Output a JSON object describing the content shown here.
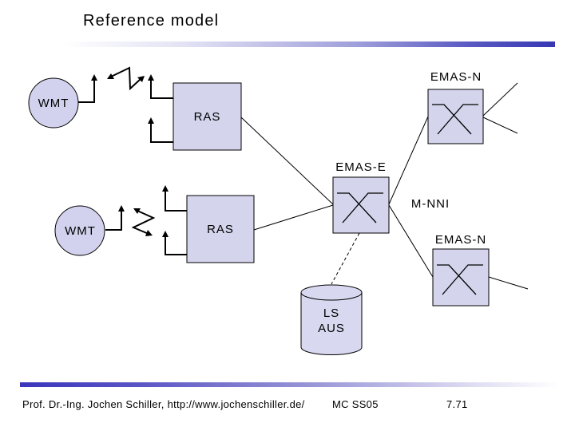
{
  "slide": {
    "title": "Reference model",
    "footer": {
      "author": "Prof. Dr.-Ing. Jochen Schiller, http://www.jochenschiller.de/",
      "course": "MC SS05",
      "page": "7.71"
    }
  },
  "colors": {
    "shape_fill": "#d4d4ec",
    "cylinder_fill": "#d8d8f0",
    "accent_blue": "#3737b4",
    "line": "#000000"
  },
  "diagram": {
    "wmt_top": "WMT",
    "ras_top": "RAS",
    "emas_n_top": "EMAS-N",
    "emas_e": "EMAS-E",
    "m_nni": "M-NNI",
    "wmt_bottom": "WMT",
    "ras_bottom": "RAS",
    "emas_n_bottom": "EMAS-N",
    "ls_aus_line1": "LS",
    "ls_aus_line2": "AUS"
  }
}
